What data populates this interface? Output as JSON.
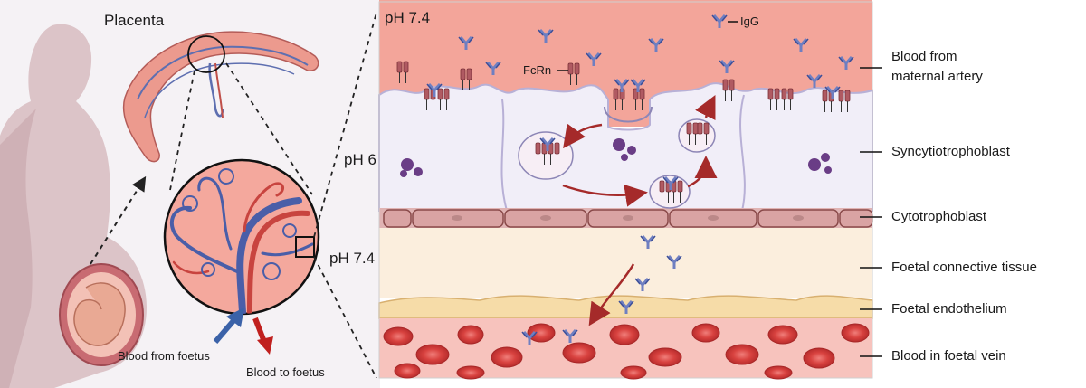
{
  "labels": {
    "placenta": "Placenta",
    "ph_top": "pH 7.4",
    "ph_mid": "pH 6",
    "ph_bottom": "pH 7.4",
    "igg": "IgG",
    "fcrn": "FcRn",
    "blood_from_foetus": "Blood from foetus",
    "blood_to_foetus": "Blood to foetus"
  },
  "layers": [
    {
      "key": "maternal_blood",
      "label": "Blood from\nmaternal artery"
    },
    {
      "key": "syncytiotrophoblast",
      "label": "Syncytiotrophoblast"
    },
    {
      "key": "cytotrophoblast",
      "label": "Cytotrophoblast"
    },
    {
      "key": "connective_tissue",
      "label": "Foetal connective tissue"
    },
    {
      "key": "endothelium",
      "label": "Foetal endothelium"
    },
    {
      "key": "foetal_vein",
      "label": "Blood in foetal vein"
    }
  ],
  "colors": {
    "maternal_blood": "#f3a59a",
    "syncytium": "#f1eef8",
    "cytotrophoblast": "#d9a3a3",
    "connective": "#fbeedd",
    "endothelium": "#f6dca8",
    "foetal_blood": "#f7c3bd",
    "rbc": "#d8423f",
    "arrow_red": "#a52a2a",
    "arrow_blue": "#3b62a8",
    "igg": "#6f7fc1",
    "fcrn": "#b05a62",
    "body": "#d9bfc4",
    "vesicle_dots": "#6a3d86"
  },
  "icons": [
    "pregnant-silhouette-icon",
    "placenta-icon",
    "igg-antibody-icon",
    "fcrn-receptor-icon",
    "red-blood-cell-icon",
    "vesicle-icon"
  ]
}
